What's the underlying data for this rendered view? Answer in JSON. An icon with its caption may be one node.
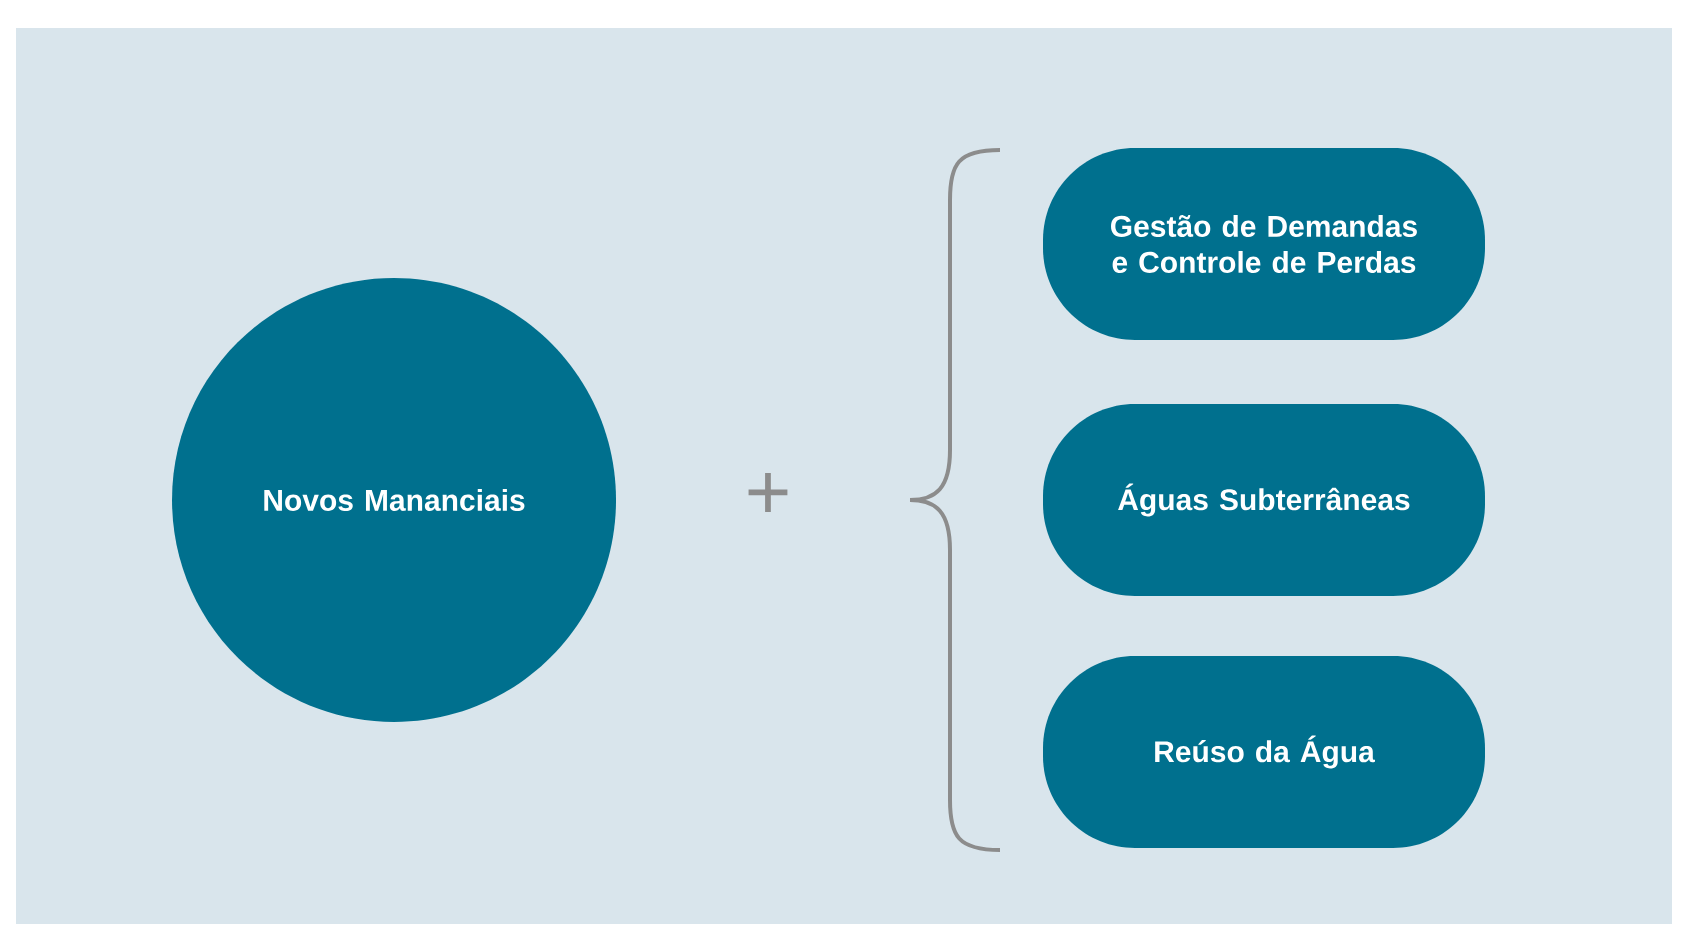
{
  "diagram": {
    "nodes": [
      {
        "text": [
          "Novos Mananciais"
        ]
      },
      {
        "text": [
          "Gestão de Demandas e Controle de Perdas"
        ]
      },
      {
        "text": [
          "Águas Subterrâneas"
        ]
      },
      {
        "text": [
          "Reúso da Água"
        ]
      }
    ],
    "labels": [
      "+"
    ]
  }
}
